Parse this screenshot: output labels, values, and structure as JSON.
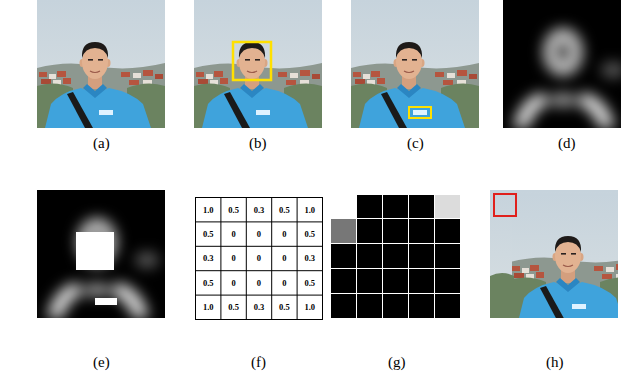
{
  "diagram": {
    "labels": [
      "(a)",
      "(b)",
      "(c)",
      "(d)",
      "(e)",
      "(f)",
      "(g)",
      "(h)",
      "1.0",
      "0.5",
      "0.3",
      "0.5",
      "1.0",
      "0.5",
      "0",
      "0",
      "0",
      "0.5",
      "0.3",
      "0",
      "0",
      "0",
      "0.3",
      "0.5",
      "0",
      "0",
      "0",
      "0.5",
      "1.0",
      "0.5",
      "0.3",
      "0.5",
      "1.0"
    ]
  }
}
